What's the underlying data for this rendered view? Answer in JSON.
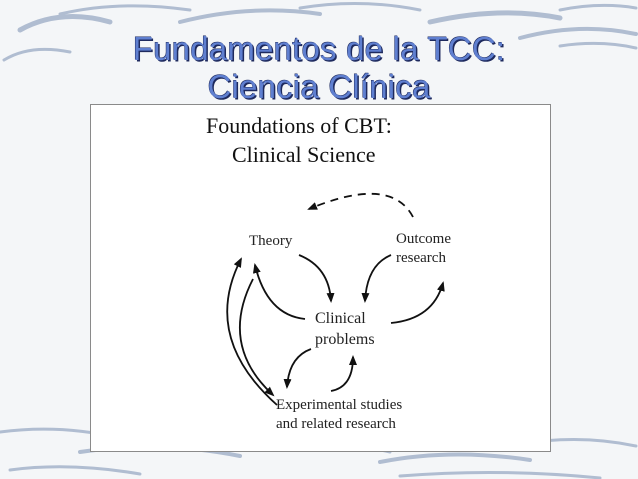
{
  "slide": {
    "title_line1": "Fundamentos de la TCC:",
    "title_line2": "Ciencia Clínica"
  },
  "figure": {
    "heading_line1": "Foundations of CBT:",
    "heading_line2": "Clinical Science",
    "nodes": {
      "theory": "Theory",
      "outcome_line1": "Outcome",
      "outcome_line2": "research",
      "clinical_line1": "Clinical",
      "clinical_line2": "problems",
      "experimental_line1": "Experimental studies",
      "experimental_line2": "and related research"
    }
  },
  "colors": {
    "title_fill": "#5f7fd0",
    "title_outline": "#1e2a5e",
    "background": "#f4f6f8",
    "brush_strokes": "#9aaac4"
  }
}
